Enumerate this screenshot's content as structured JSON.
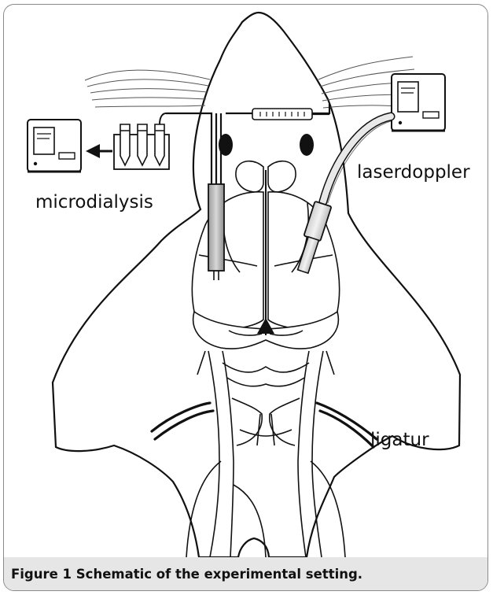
{
  "labels": {
    "microdialysis": "microdialysis",
    "laserdoppler": "laserdoppler",
    "ligatur": "ligatur"
  },
  "caption": {
    "number": "Figure 1",
    "text": "Schematic of the experimental setting."
  },
  "colors": {
    "line": "#111111",
    "caption_background": "#e6e6e6",
    "frame_border": "#8a8a8a"
  }
}
